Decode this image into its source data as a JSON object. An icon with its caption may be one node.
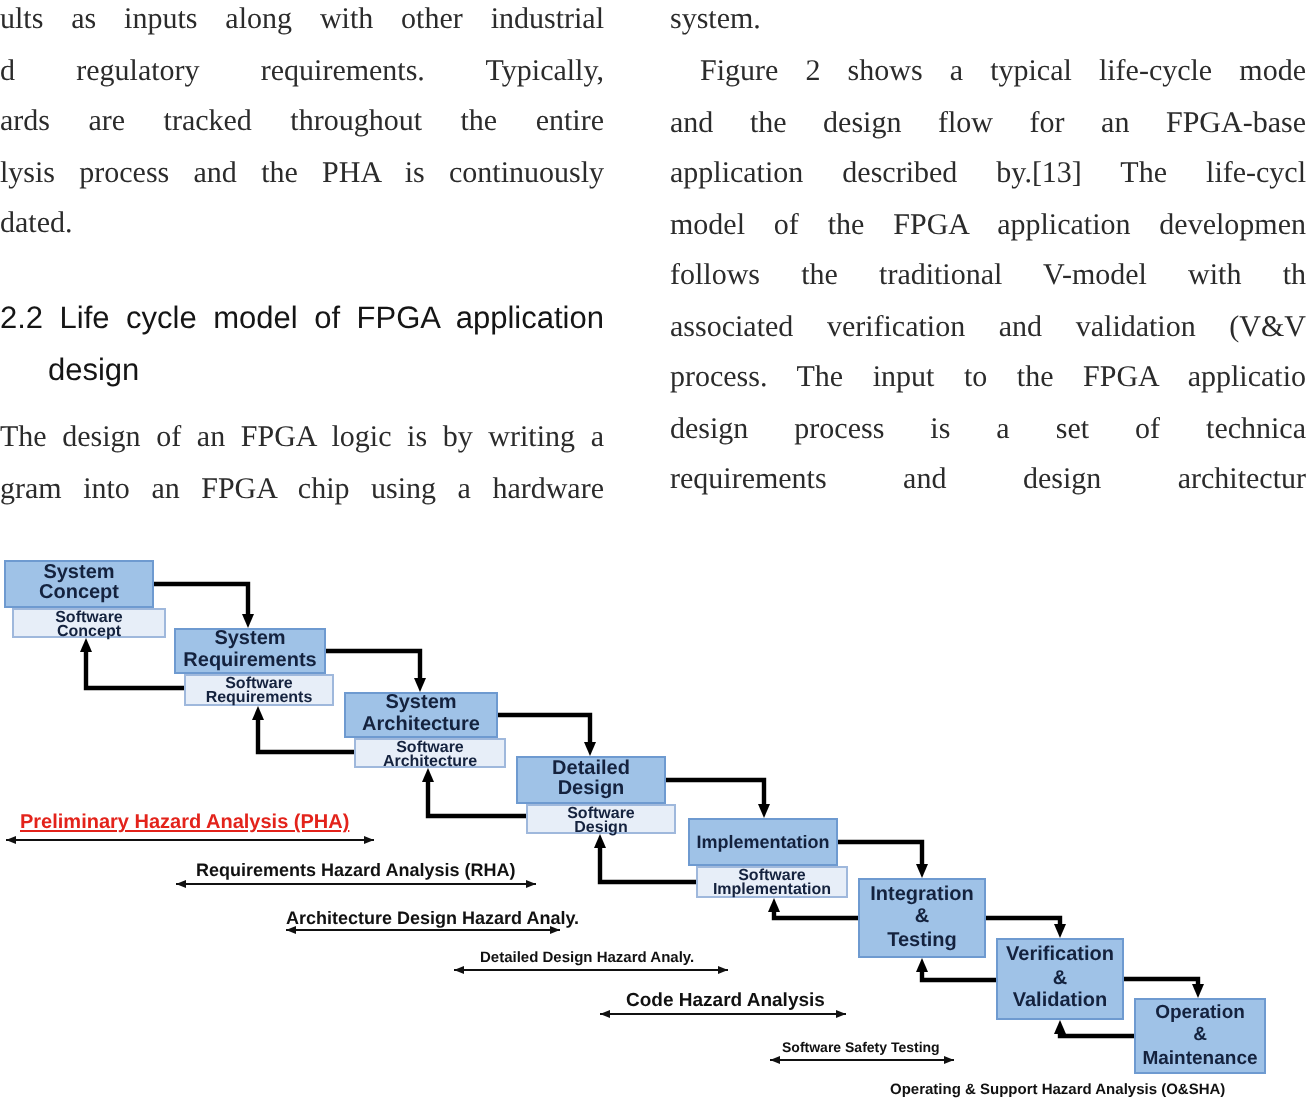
{
  "diagram": {
    "nodes": [
      {
        "text": [
          "System Concept"
        ]
      },
      {
        "text": [
          "Software Concept"
        ]
      },
      {
        "text": [
          "System Requirements"
        ]
      },
      {
        "text": [
          "Software Requirements"
        ]
      },
      {
        "text": [
          "System Architecture"
        ]
      },
      {
        "text": [
          "Software Architecture"
        ]
      },
      {
        "text": [
          "Detailed Design"
        ]
      },
      {
        "text": [
          "Software Design"
        ]
      },
      {
        "text": [
          "Implementation"
        ]
      },
      {
        "text": [
          "Software Implementation"
        ]
      },
      {
        "text": [
          "Integration & Testing"
        ]
      },
      {
        "text": [
          "Verification & Validation"
        ]
      },
      {
        "text": [
          "Operation & Maintenance"
        ]
      }
    ],
    "edges": [
      {
        "from": 0,
        "to": 2,
        "arrow": "to"
      },
      {
        "from": 3,
        "to": 1,
        "arrow": "to"
      },
      {
        "from": 2,
        "to": 4,
        "arrow": "to"
      },
      {
        "from": 5,
        "to": 3,
        "arrow": "to"
      },
      {
        "from": 4,
        "to": 6,
        "arrow": "to"
      },
      {
        "from": 7,
        "to": 5,
        "arrow": "to"
      },
      {
        "from": 6,
        "to": 8,
        "arrow": "to"
      },
      {
        "from": 9,
        "to": 7,
        "arrow": "to"
      },
      {
        "from": 8,
        "to": 10,
        "arrow": "to"
      },
      {
        "from": 10,
        "to": 9,
        "arrow": "to"
      },
      {
        "from": 10,
        "to": 11,
        "arrow": "to"
      },
      {
        "from": 11,
        "to": 10,
        "arrow": "to"
      },
      {
        "from": 11,
        "to": 12,
        "arrow": "to"
      },
      {
        "from": 12,
        "to": 11,
        "arrow": "to"
      }
    ],
    "labels": [
      "ults as inputs along with other industrial d regulatory requirements. Typically, ards are tracked throughout the entire lysis process and the PHA is continuously dated.",
      "2.2 Life cycle model of FPGA application design",
      "The design of an FPGA logic is by writing a gram into an FPGA chip using a hardware",
      "system.",
      "Figure 2 shows a typical life-cycle mode and the design flow for an FPGA-base application described by.[13] The life-cycl model of the FPGA application developmen follows the traditional V-model with th associated verification and validation (V&V process. The input to the FPGA applicatio design process is a set of technica requirements and design architectur",
      "Preliminary Hazard Analysis (PHA)",
      "Requirements Hazard Analysis (RHA)",
      "Architecture Design Hazard Analy.",
      "Detailed Design Hazard Analy.",
      "Code Hazard Analysis",
      "Software Safety Testing",
      "Operating & Support Hazard Analysis (O&SHA)"
    ]
  }
}
